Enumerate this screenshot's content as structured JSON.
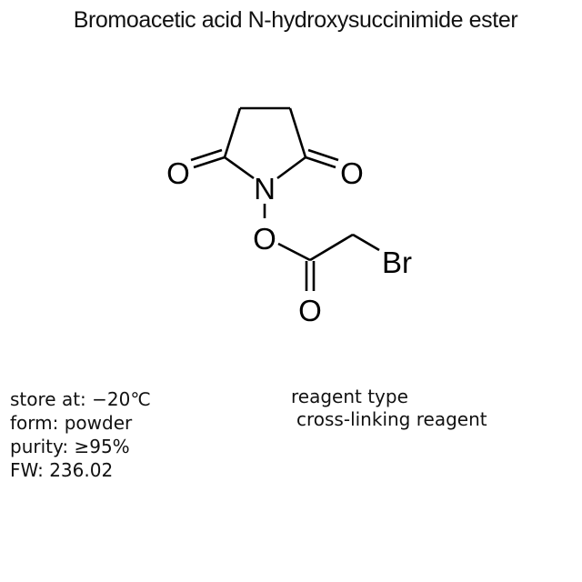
{
  "title": "Bromoacetic acid N-hydroxysuccinimide ester",
  "structure": {
    "atoms": {
      "o_left": "O",
      "o_right": "O",
      "n_imide": "N",
      "o_ester": "O",
      "o_carbonyl": "O",
      "br": "Br"
    }
  },
  "properties": {
    "store_at": "store at: −20℃",
    "form": "form: powder",
    "purity": "purity: ≥95%",
    "fw": "FW: 236.02"
  },
  "reagent": {
    "label": "reagent type",
    "value": "cross-linking reagent"
  }
}
